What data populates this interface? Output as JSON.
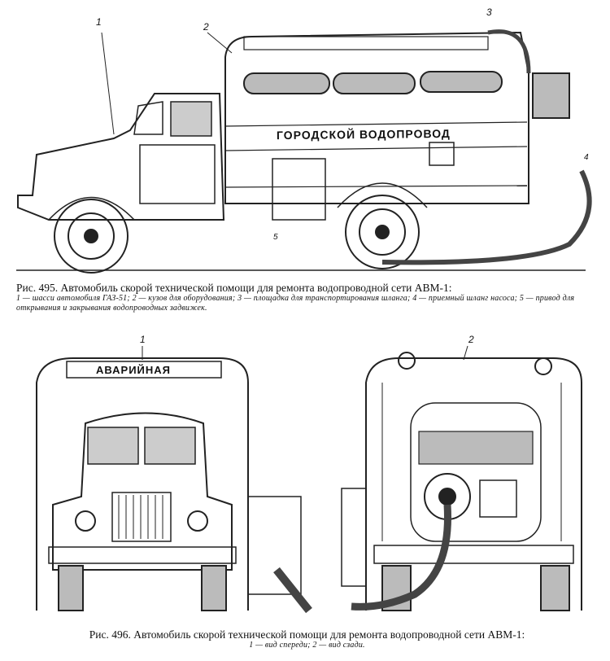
{
  "fig495": {
    "caption_title": "Рис. 495. Автомобиль скорой технической помощи для ремонта водопроводной сети АВМ-1:",
    "caption_legend": "1 — шасси автомобиля ГАЗ-51; 2 — кузов для оборудования; 3 — площадка для транспортирования шланга; 4 — приемный шланг насоса; 5 — привод для открывания и закрывания водопроводных задвижек.",
    "body_lettering": "ГОРОДСКОЙ ВОДОПРОВОД",
    "callouts": [
      "1",
      "2",
      "3",
      "4",
      "5"
    ]
  },
  "fig496": {
    "caption_title": "Рис. 496. Автомобиль скорой технической помощи для ремонта водопроводной сети АВМ-1:",
    "caption_legend": "1 — вид спереди; 2 — вид сзади.",
    "roof_sign": "АВАРИЙНАЯ",
    "callouts": [
      "1",
      "2"
    ]
  }
}
